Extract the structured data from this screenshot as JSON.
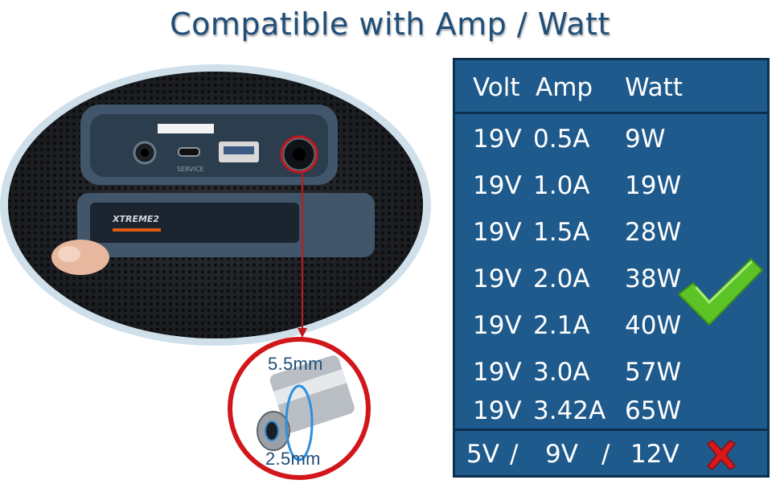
{
  "title": "Compatible with Amp / Watt",
  "table": {
    "headers": [
      "Volt",
      "Amp",
      "Watt"
    ],
    "rows": [
      [
        "19V",
        "0.5A",
        "9W"
      ],
      [
        "19V",
        "1.0A",
        "19W"
      ],
      [
        "19V",
        "1.5A",
        "28W"
      ],
      [
        "19V",
        "2.0A",
        "38W"
      ],
      [
        "19V",
        "2.1A",
        "40W"
      ],
      [
        "19V",
        "3.0A",
        "57W"
      ],
      [
        "19V",
        "3.42A",
        "65W"
      ]
    ],
    "incompatible": {
      "v1": "5V",
      "sep1": "/",
      "v2": "9V",
      "sep2": "/",
      "v3": "12V"
    },
    "compatible_icon": "green-checkmark-icon",
    "incompatible_icon": "red-x-icon"
  },
  "photo": {
    "brand_label": "XTREME2",
    "port_label_service": "SERVICE",
    "plug_outer_diameter": "5.5mm",
    "plug_inner_diameter": "2.5mm"
  },
  "colors": {
    "title": "#1f4e79",
    "table_bg": "#1f5a8c",
    "table_border": "#0d2f4f",
    "check": "#5cc326",
    "cross": "#d7191c",
    "pointer": "#c0181d"
  }
}
